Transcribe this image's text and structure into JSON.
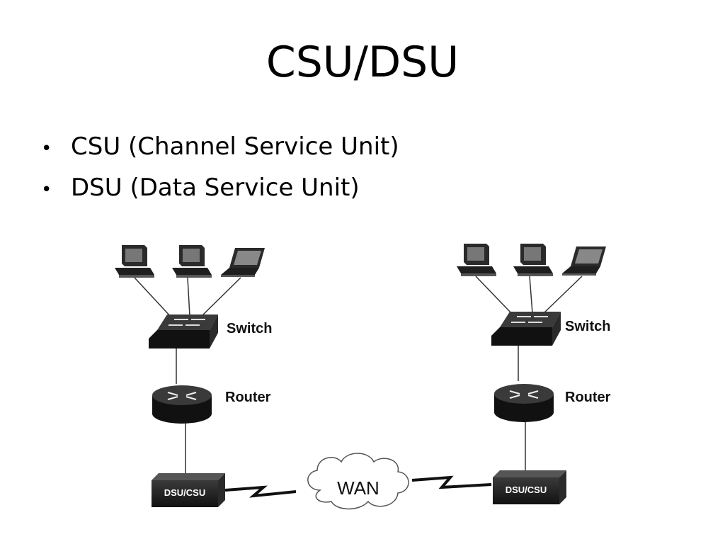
{
  "slide": {
    "title": "CSU/DSU",
    "bullets": [
      "CSU (Channel Service Unit)",
      "DSU (Data Service Unit)"
    ]
  },
  "diagram": {
    "left_site": {
      "switch_label": "Switch",
      "router_label": "Router",
      "box_label": "DSU/CSU"
    },
    "right_site": {
      "switch_label": "Switch",
      "router_label": "Router",
      "box_label": "DSU/CSU"
    },
    "cloud_label": "WAN",
    "icons": [
      "desktop-computer-icon",
      "laptop-icon",
      "switch-icon",
      "router-icon",
      "dsu-csu-icon",
      "cloud-icon"
    ],
    "colors": {
      "device_dark": "#1a1a1a",
      "device_mid": "#555555",
      "link": "#333333"
    }
  }
}
